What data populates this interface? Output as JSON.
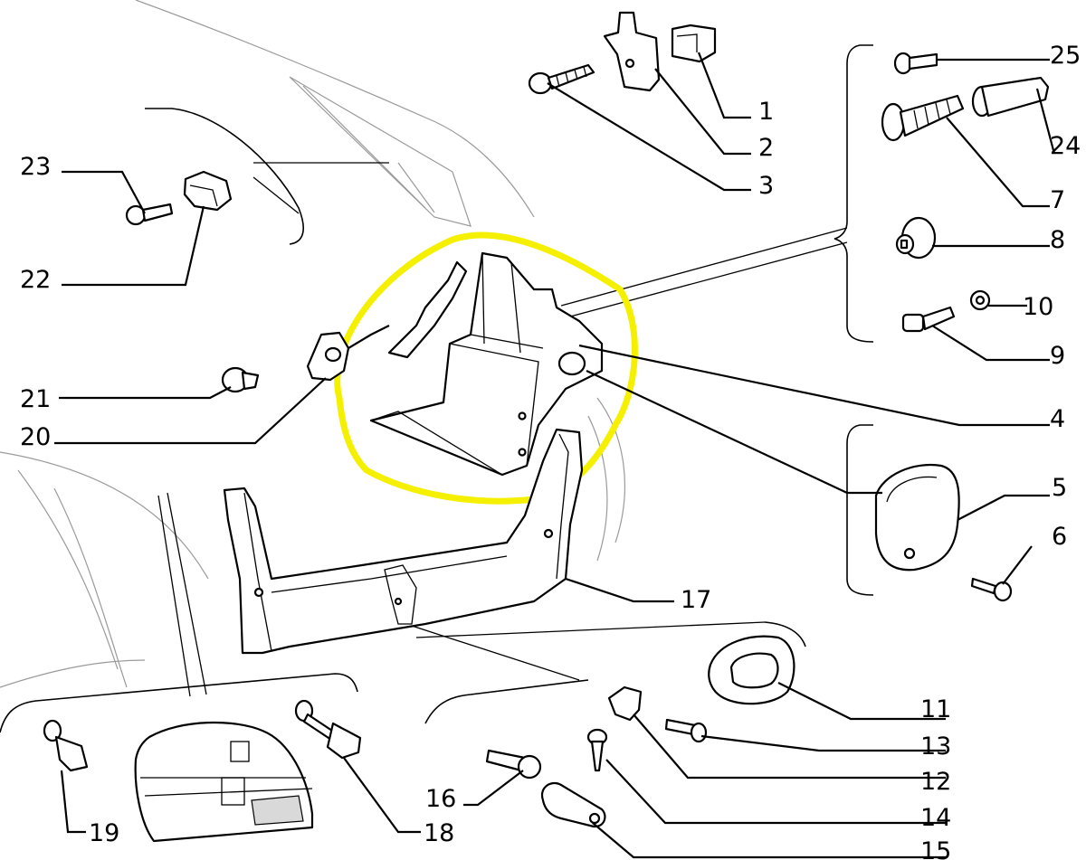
{
  "highlight_color": "#f5f000",
  "line_color": "#000000",
  "callouts": [
    {
      "id": "c1",
      "label": "1"
    },
    {
      "id": "c2",
      "label": "2"
    },
    {
      "id": "c3",
      "label": "3"
    },
    {
      "id": "c4",
      "label": "4"
    },
    {
      "id": "c5",
      "label": "5"
    },
    {
      "id": "c6",
      "label": "6"
    },
    {
      "id": "c7",
      "label": "7"
    },
    {
      "id": "c8",
      "label": "8"
    },
    {
      "id": "c9",
      "label": "9"
    },
    {
      "id": "c10",
      "label": "10"
    },
    {
      "id": "c11",
      "label": "11"
    },
    {
      "id": "c12",
      "label": "12"
    },
    {
      "id": "c13",
      "label": "13"
    },
    {
      "id": "c14",
      "label": "14"
    },
    {
      "id": "c15",
      "label": "15"
    },
    {
      "id": "c16",
      "label": "16"
    },
    {
      "id": "c17",
      "label": "17"
    },
    {
      "id": "c18",
      "label": "18"
    },
    {
      "id": "c19",
      "label": "19"
    },
    {
      "id": "c20",
      "label": "20"
    },
    {
      "id": "c21",
      "label": "21"
    },
    {
      "id": "c22",
      "label": "22"
    },
    {
      "id": "c23",
      "label": "23"
    },
    {
      "id": "c24",
      "label": "24"
    },
    {
      "id": "c25",
      "label": "25"
    }
  ]
}
